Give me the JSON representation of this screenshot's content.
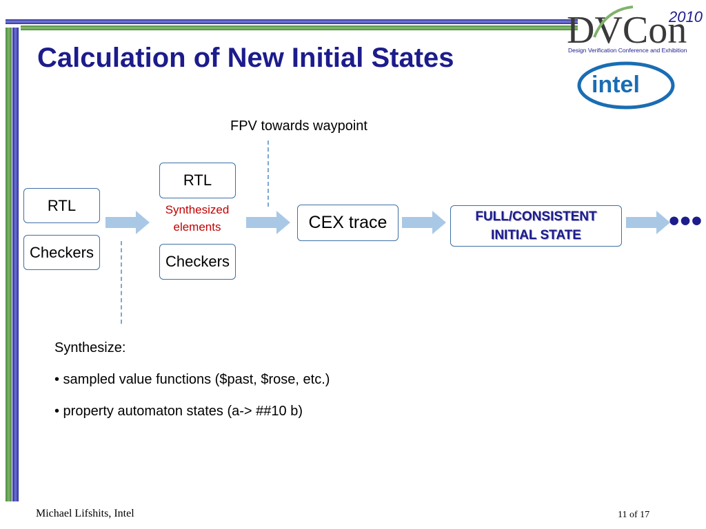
{
  "slide": {
    "title": "Calculation of New Initial States",
    "footer_author": "Michael Lifshits, Intel",
    "footer_page": "11 of 17"
  },
  "logos": {
    "dvcon_text": "DVCon",
    "dvcon_year": "2010",
    "dvcon_tagline": "Design Verification Conference and Exhibition",
    "intel_text": "intel"
  },
  "diagram": {
    "fpv_label": "FPV towards waypoint",
    "stage1": {
      "rtl": "RTL",
      "checkers": "Checkers"
    },
    "stage2": {
      "rtl": "RTL",
      "synthesized_line1": "Synthesized",
      "synthesized_line2": "elements",
      "checkers": "Checkers"
    },
    "cex_trace": "CEX trace",
    "full_state_line1": "FULL/CONSISTENT",
    "full_state_line2": "INITIAL STATE",
    "continuation": "•••"
  },
  "notes": {
    "heading": "Synthesize:",
    "bullets": [
      "• sampled value functions ($past, $rose, etc.)",
      "• property automaton states (a-> ##10 b)"
    ]
  },
  "colors": {
    "title": "#1c1c8c",
    "box_border": "#3d6fa3",
    "synthesized_text": "#c00000",
    "arrow_fill": "#a9c8e6",
    "intel_blue": "#1a6db3"
  }
}
